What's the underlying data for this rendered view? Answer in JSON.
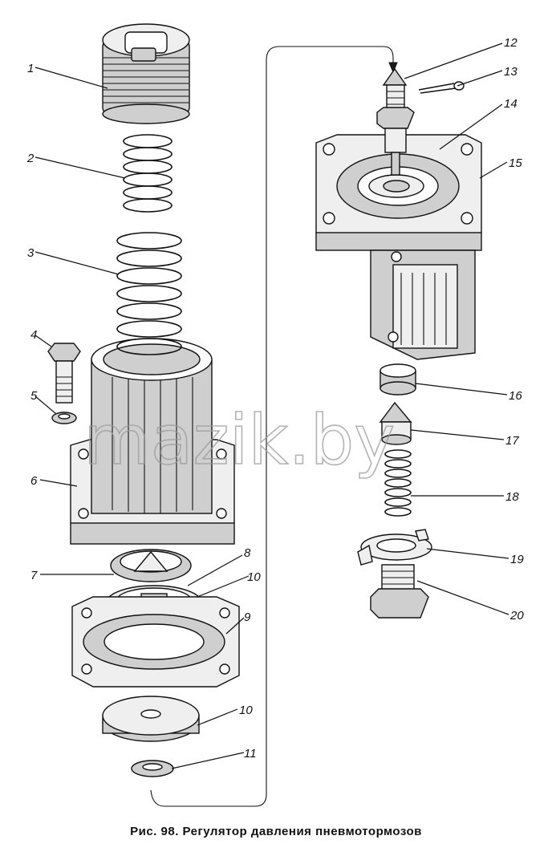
{
  "caption": "Рис. 98. Регулятор давления пневмотормозов",
  "watermark": "mazik.by",
  "labels": {
    "l1": "1",
    "l2": "2",
    "l3": "3",
    "l4": "4",
    "l5": "5",
    "l6": "6",
    "l7": "7",
    "l8": "8",
    "l9": "9",
    "l10a": "10",
    "l10b": "10",
    "l11": "11",
    "l12": "12",
    "l13": "13",
    "l14": "14",
    "l15": "15",
    "l16": "16",
    "l17": "17",
    "l18": "18",
    "l19": "19",
    "l20": "20"
  }
}
